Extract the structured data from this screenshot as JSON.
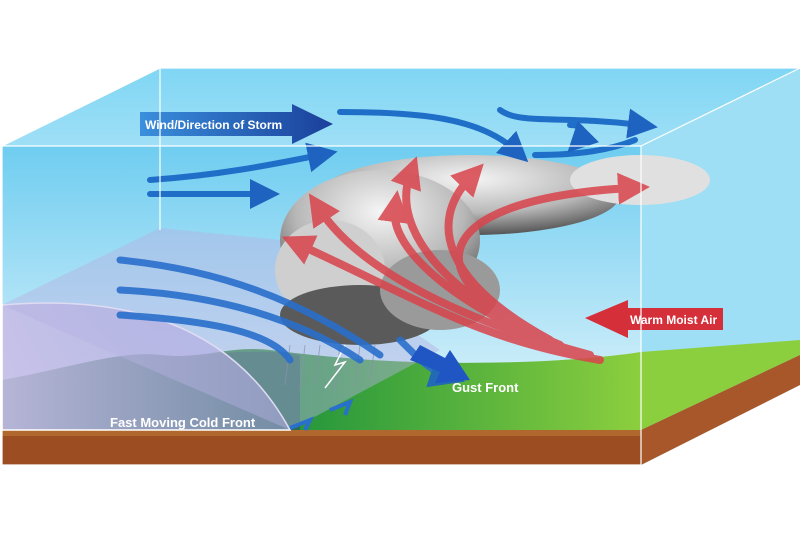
{
  "labels": {
    "wind_direction": "Wind/Direction of Storm",
    "warm_moist_air": "Warm Moist Air",
    "gust_front": "Gust Front",
    "cold_front": "Fast Moving Cold Front"
  },
  "colors": {
    "sky_top": "#6fcdf0",
    "sky_bottom": "#eef8fc",
    "ground": "#2f9a3a",
    "soil": "#9c4e22",
    "warm_arrow": "#d8323c",
    "cold_arrow": "#1f6fc4"
  }
}
